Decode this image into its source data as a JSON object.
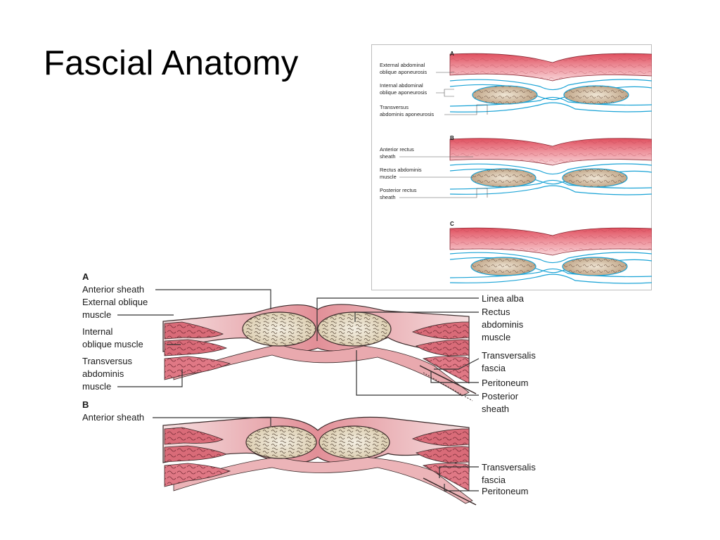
{
  "slide": {
    "title": "Fascial Anatomy"
  },
  "main_figure": {
    "panel_a": {
      "letter": "A",
      "labels_left": {
        "anterior_sheath": "Anterior sheath",
        "external_oblique_1": "External oblique",
        "external_oblique_2": "muscle",
        "internal_oblique_1": "Internal",
        "internal_oblique_2": "oblique muscle",
        "transversus_1": "Transversus",
        "transversus_2": "abdominis",
        "transversus_3": "muscle"
      },
      "labels_right": {
        "linea_alba": "Linea alba",
        "rectus_1": "Rectus",
        "rectus_2": "abdominis",
        "rectus_3": "muscle",
        "transversalis_1": "Transversalis",
        "transversalis_2": "fascia",
        "peritoneum": "Peritoneum",
        "posterior_1": "Posterior",
        "posterior_2": "sheath"
      }
    },
    "panel_b": {
      "letter": "B",
      "labels_left": {
        "anterior_sheath": "Anterior sheath"
      },
      "labels_right": {
        "transversalis_1": "Transversalis",
        "transversalis_2": "fascia",
        "peritoneum": "Peritoneum"
      }
    }
  },
  "inset_figure": {
    "panel_a": {
      "letter": "A",
      "ext_1": "External abdominal",
      "ext_2": "oblique aponeurosis",
      "int_1": "Internal abdominal",
      "int_2": "oblique aponeurosis",
      "tra_1": "Transversus",
      "tra_2": "abdominis aponeurosis"
    },
    "panel_b": {
      "letter": "B",
      "ant_1": "Anterior rectus",
      "ant_2": "sheath",
      "rec_1": "Rectus abdominis",
      "rec_2": "muscle",
      "pos_1": "Posterior rectus",
      "pos_2": "sheath"
    },
    "panel_c": {
      "letter": "C"
    }
  },
  "colors": {
    "sheath_pink": "#e8a3a8",
    "sheath_light": "#f6dcdd",
    "muscle_beige": "#ece4d2",
    "muscle_tan": "#d3bfa4",
    "fascia_blue": "#1aa3d6",
    "skin_red": "#e4606c"
  }
}
